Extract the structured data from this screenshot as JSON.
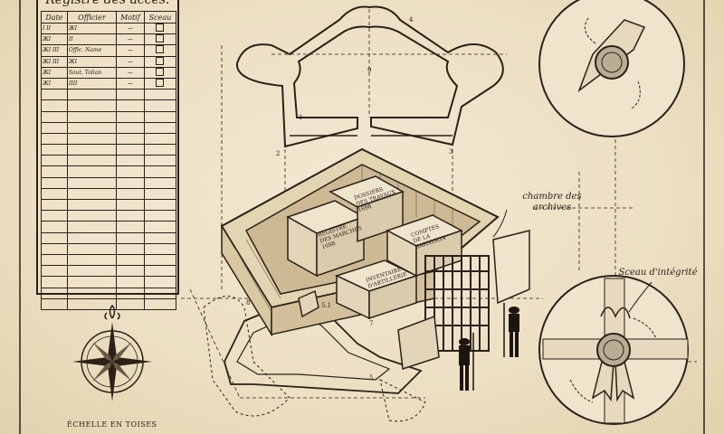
{
  "register": {
    "title": "Registre des accès:",
    "columns": [
      "Date",
      "Officier",
      "Motif",
      "Sceau"
    ],
    "rows": [
      [
        "I II",
        "ЖI",
        "—",
        "seal-stamp-icon"
      ],
      [
        "ЖI",
        "II",
        "—",
        "seal-stamp-icon"
      ],
      [
        "ЖI III",
        "Offic. Name",
        "—",
        "seal-stamp-icon"
      ],
      [
        "ЖI III",
        "ЖI",
        "—",
        "seal-stamp-icon"
      ],
      [
        "ЖI",
        "Sout. Tolian",
        "—",
        "seal-stamp-icon"
      ],
      [
        "ЖI",
        "IIII",
        "—",
        "seal-stamp-icon"
      ]
    ],
    "empty_rows": 20
  },
  "labels": {
    "archive_chamber": "chambre des\narchives",
    "integrity_seal": "Sceau d'intégrité",
    "scale": "ÉCHELLE EN TOISES"
  },
  "crates": [
    {
      "text": "REGISTRE\nDES MARCHES\n1698"
    },
    {
      "text": "DOSSIERS\nDES TRAVAUX\n1698"
    },
    {
      "text": "COMPTES\nDE LA\nGARNISON"
    },
    {
      "text": "INVENTAIRE\nD'ARTILLERIE"
    }
  ],
  "dimension_marks": [
    "1",
    "2",
    "3",
    "4",
    "5",
    "7",
    "8",
    "9",
    "5.1"
  ],
  "icons": [
    "compass-rose-icon",
    "fleur-de-lis-icon",
    "wax-seal-icon",
    "soldier-figure-icon"
  ],
  "colors": {
    "paper": "#efe3c8",
    "ink": "#2b2118",
    "wax": "#b9ad93"
  }
}
